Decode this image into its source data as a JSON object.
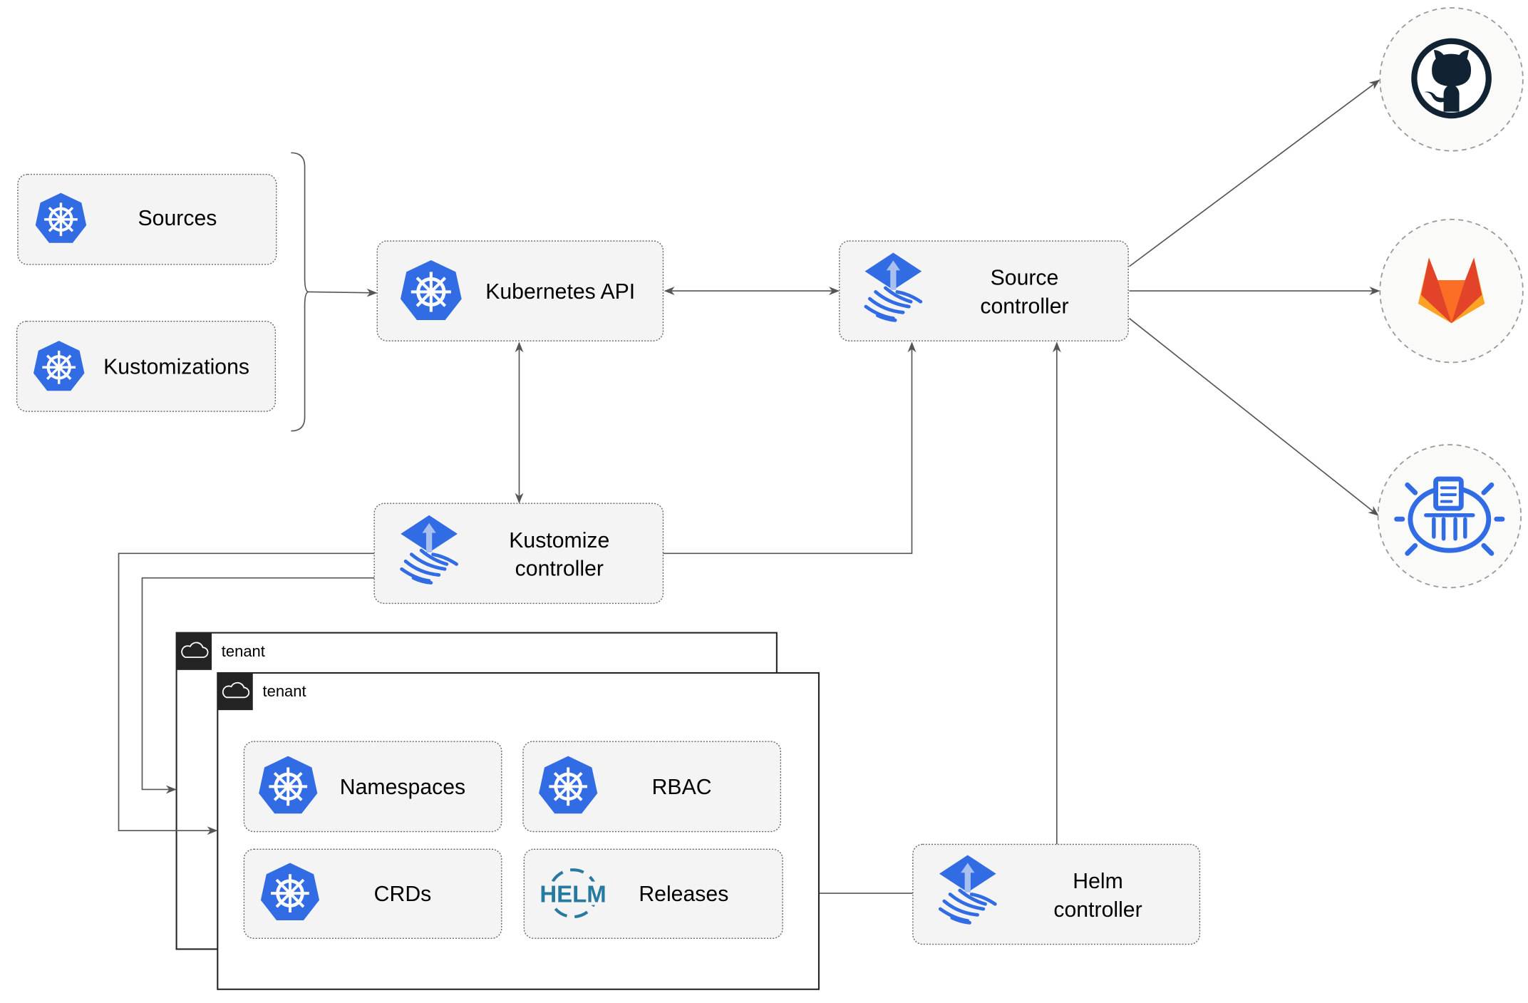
{
  "nodes": {
    "sources": "Sources",
    "kustomizations": "Kustomizations",
    "kubernetes_api": "Kubernetes API",
    "source_controller": [
      "Source",
      "controller"
    ],
    "kustomize_controller": [
      "Kustomize",
      "controller"
    ],
    "helm_controller": [
      "Helm",
      "controller"
    ],
    "namespaces": "Namespaces",
    "rbac": "RBAC",
    "crds": "CRDs",
    "releases": "Releases",
    "helm_logo": "HELM"
  },
  "tenants": [
    "tenant",
    "tenant"
  ],
  "icons": {
    "kubernetes": "kubernetes-icon",
    "flux": "flux-icon",
    "github": "github-icon",
    "gitlab": "gitlab-icon",
    "bucket": "bucket-icon",
    "helm": "helm-icon",
    "cloud": "cloud-icon"
  },
  "colors": {
    "k8s_blue": "#326CE5",
    "box_fill": "#F4F4F4",
    "github": "#112233",
    "gitlab_red": "#E24329",
    "gitlab_orange": "#FCA326",
    "helm": "#277A9F"
  }
}
